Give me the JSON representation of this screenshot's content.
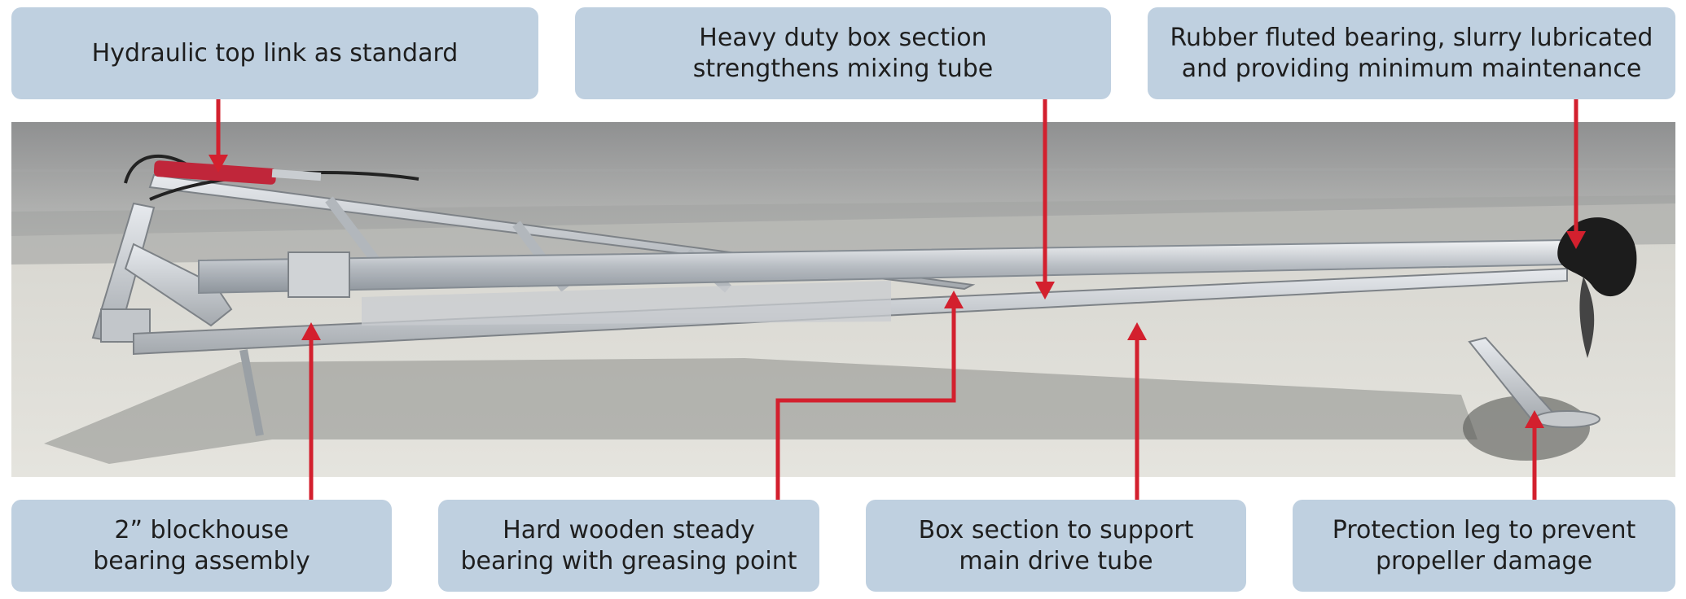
{
  "labels": {
    "top_link": "Hydraulic top link as standard",
    "box_section_mixing": "Heavy duty box section\nstrengthens mixing tube",
    "rubber_bearing": "Rubber fluted bearing, slurry lubricated\nand providing minimum maintenance",
    "blockhouse": "2” blockhouse\nbearing assembly",
    "wooden_bearing": "Hard wooden steady\nbearing with greasing point",
    "box_section_drive": "Box section to support\nmain drive tube",
    "protection_leg": "Protection leg to prevent\npropeller damage"
  },
  "colors": {
    "box_fill": "#bfd0e0",
    "arrow": "#d3202e",
    "text": "#1e1e1e"
  }
}
